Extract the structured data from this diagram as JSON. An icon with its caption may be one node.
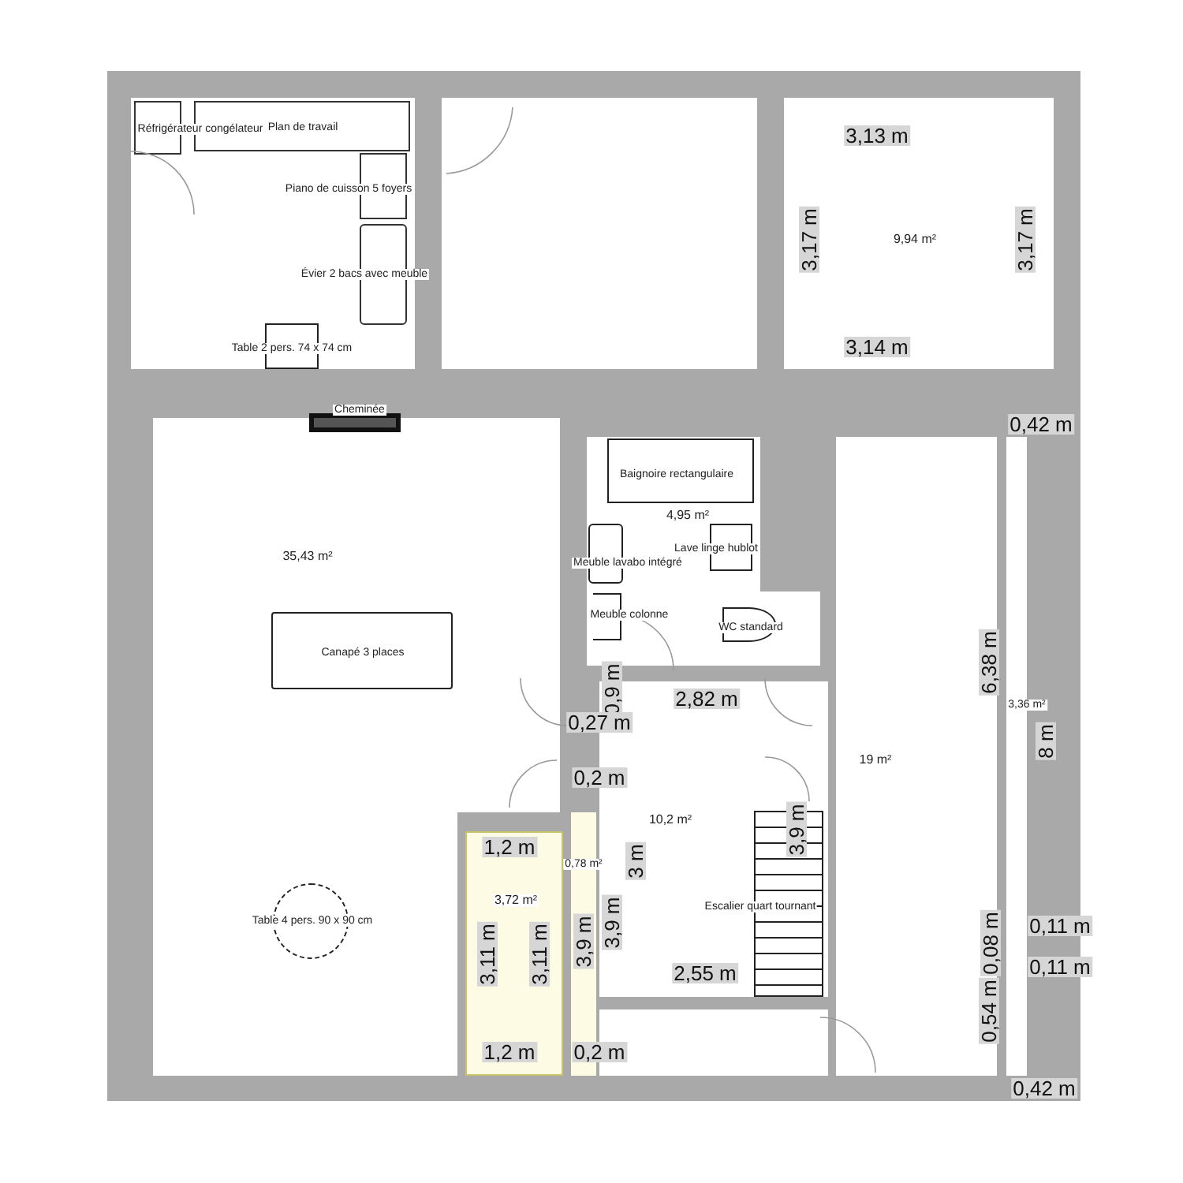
{
  "diagram": {
    "nodes": [
      {
        "text": [],
        "shape": "box"
      },
      {
        "text": [
          "Réfrigérateur congélateur"
        ],
        "in": 0
      },
      {
        "text": [
          "Plan de travail"
        ],
        "in": 0
      },
      {
        "text": [
          "Piano de cuisson 5 foyers"
        ],
        "in": 0
      },
      {
        "text": [
          "Évier 2 bacs avec meuble"
        ],
        "in": 0
      },
      {
        "text": [
          "Table 2 pers. 74 x 74 cm"
        ],
        "in": 0
      },
      {
        "text": [
          "9,94 m²"
        ]
      },
      {
        "text": [
          "35,43 m²"
        ]
      },
      {
        "text": [
          "Cheminée"
        ]
      },
      {
        "text": [
          "Canapé 3 places"
        ],
        "in": 7
      },
      {
        "text": [
          "Table 4 pers. 90 x 90 cm"
        ],
        "in": 7
      },
      {
        "text": [
          "4,95 m²"
        ]
      },
      {
        "text": [
          "Baignoire rectangulaire"
        ],
        "in": 11
      },
      {
        "text": [
          "Meuble lavabo intégré"
        ],
        "in": 11
      },
      {
        "text": [
          "Lave linge hublot"
        ],
        "in": 11
      },
      {
        "text": [
          "Meuble colonne"
        ],
        "in": 11
      },
      {
        "text": [
          "WC standard"
        ]
      },
      {
        "text": [
          "19 m²"
        ]
      },
      {
        "text": [
          "3,36 m²"
        ]
      },
      {
        "text": [
          "10,2 m²"
        ]
      },
      {
        "text": [
          "Escalier quart tournant"
        ],
        "in": 19
      },
      {
        "text": [
          "0,78 m²"
        ]
      },
      {
        "text": [
          "3,72 m²"
        ]
      }
    ],
    "labels": [
      "3,13 m",
      "3,17 m",
      "3,17 m",
      "3,14 m",
      "0,42 m",
      "6,38 m",
      "8 m",
      "2,82 m",
      "0,9 m",
      "0,27 m",
      "0,2 m",
      "3,9 m",
      "1,2 m",
      "3 m",
      "3,9 m",
      "3,9 m",
      "3,11 m",
      "3,11 m",
      "2,55 m",
      "0,11 m",
      "0,08 m",
      "0,11 m",
      "0,54 m",
      "1,2 m",
      "0,2 m",
      "0,42 m"
    ]
  }
}
